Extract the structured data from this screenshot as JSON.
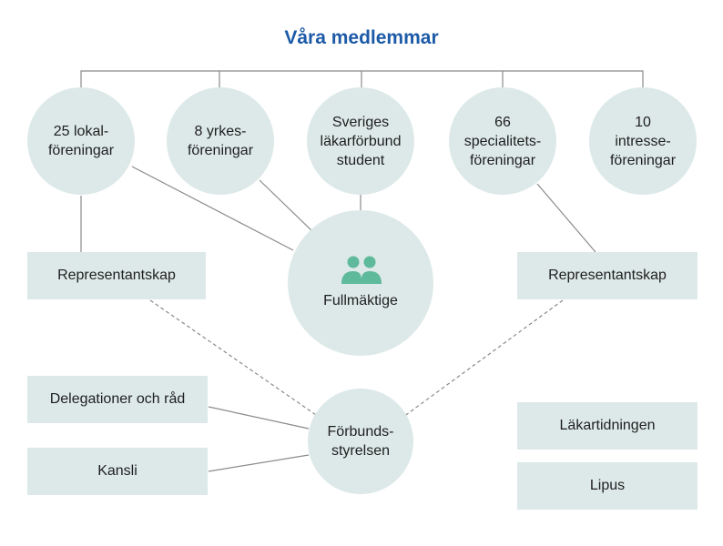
{
  "title": "Våra medlemmar",
  "members": [
    {
      "label": "25 lokal-\nföreningar"
    },
    {
      "label": "8 yrkes-\nföreningar"
    },
    {
      "label": "Sveriges\nläkarförbund\nstudent"
    },
    {
      "label": "66\nspecialitets-\nföreningar"
    },
    {
      "label": "10\nintresse-\nföreningar"
    }
  ],
  "fullmaktige": {
    "label": "Fullmäktige",
    "icon": "people-icon"
  },
  "representantskap_left": "Representantskap",
  "representantskap_right": "Representantskap",
  "delegationer": "Delegationer och råd",
  "kansli": "Kansli",
  "forbundsstyrelsen": "Förbunds-\nstyrelsen",
  "lakartidningen": "Läkartidningen",
  "lipus": "Lipus",
  "colors": {
    "title": "#1d5aa7",
    "node_fill": "#dce9e8",
    "icon": "#5fb99b",
    "line": "#8a8a8a"
  }
}
